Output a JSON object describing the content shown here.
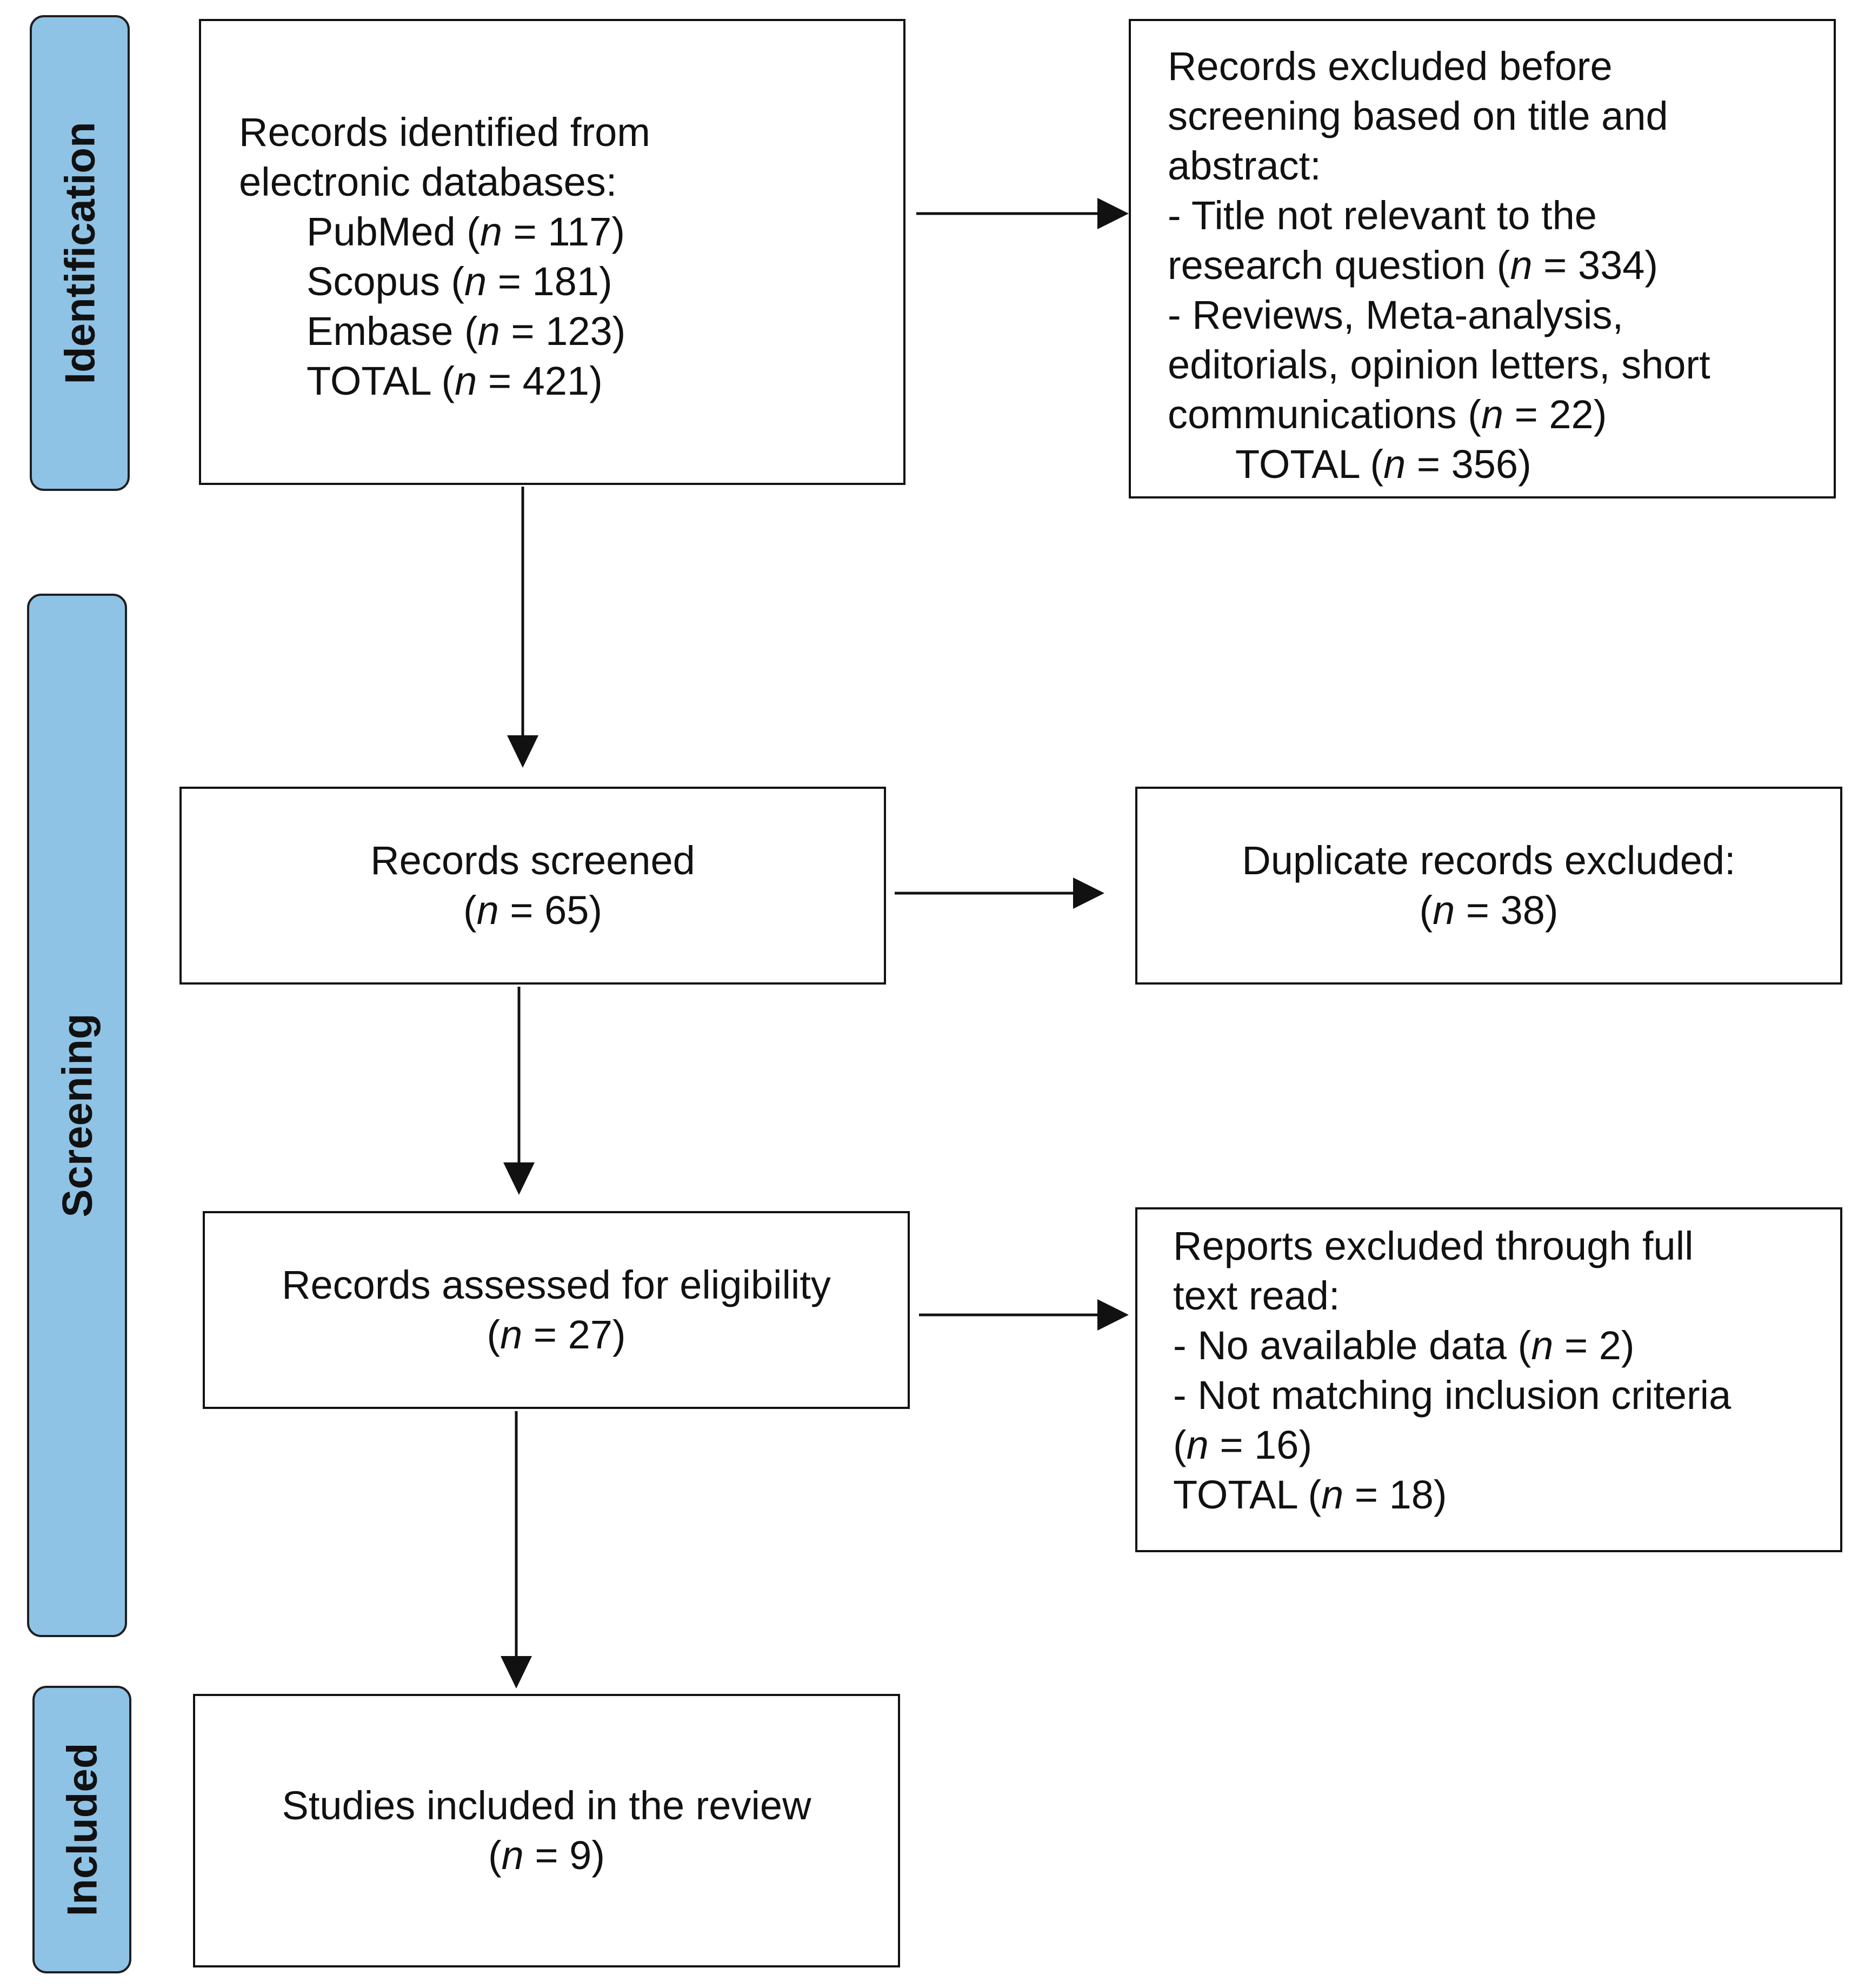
{
  "phases": {
    "identification": "Identification",
    "screening": "Screening",
    "included": "Included"
  },
  "identified": {
    "line1": "Records identified from",
    "line2": "electronic databases:",
    "pubmed_label": "PubMed",
    "pubmed_n": "117",
    "scopus_label": "Scopus",
    "scopus_n": "181",
    "embase_label": "Embase",
    "embase_n": "123",
    "total_label": "TOTAL",
    "total_n": "421"
  },
  "excluded_before": {
    "line1": "Records excluded before",
    "line2": "screening based on title and",
    "line3": "abstract:",
    "line4": "- Title not relevant to the",
    "line5_text": "research question",
    "line5_n": "334",
    "line6": "- Reviews, Meta-analysis,",
    "line7": "editorials, opinion letters, short",
    "line8_text": "communications",
    "line8_n": "22",
    "total_label": "TOTAL",
    "total_n": "356"
  },
  "screened": {
    "title": "Records screened",
    "n": "65"
  },
  "duplicates": {
    "title": "Duplicate records excluded:",
    "n": "38"
  },
  "assessed": {
    "title": "Records assessed for eligibility",
    "n": "27"
  },
  "excluded_fulltext": {
    "line1": "Reports excluded through full",
    "line2": "text read:",
    "line3_text": "- No available data",
    "line3_n": "2",
    "line4": "- Not matching inclusion criteria",
    "line5_n": "16",
    "total_label": "TOTAL",
    "total_n": "18"
  },
  "included": {
    "title": "Studies included in the review",
    "n": "9"
  },
  "n_symbol": "n",
  "colors": {
    "phase_fill": "#8fc3e6",
    "border": "#111111"
  }
}
